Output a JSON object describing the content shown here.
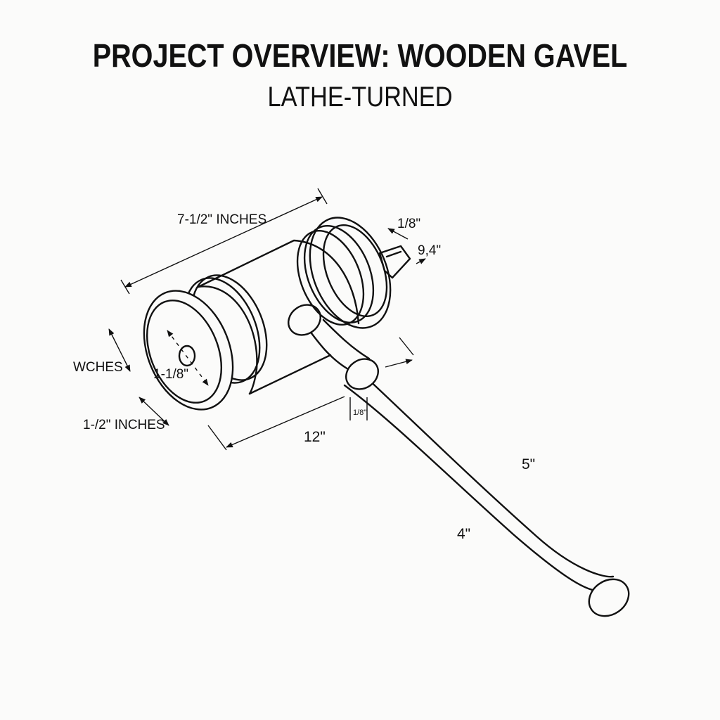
{
  "title": "PROJECT OVERVIEW: WOODEN GAVEL",
  "subtitle": "LATHE-TURNED",
  "dimensions": {
    "head_length": "7-1/2\" INCHES",
    "pin_small": "1/8\"",
    "pin_tip": "9,4\"",
    "face_height": "WCHES",
    "face_bore": "1-1/8\"",
    "face_depth": "1-/2\" INCHES",
    "overall": "12\"",
    "collar": "1/8\"",
    "handle_upper": "5\"",
    "handle_lower": "4\""
  },
  "colors": {
    "line": "#111111",
    "paper": "#fbfbfa"
  }
}
